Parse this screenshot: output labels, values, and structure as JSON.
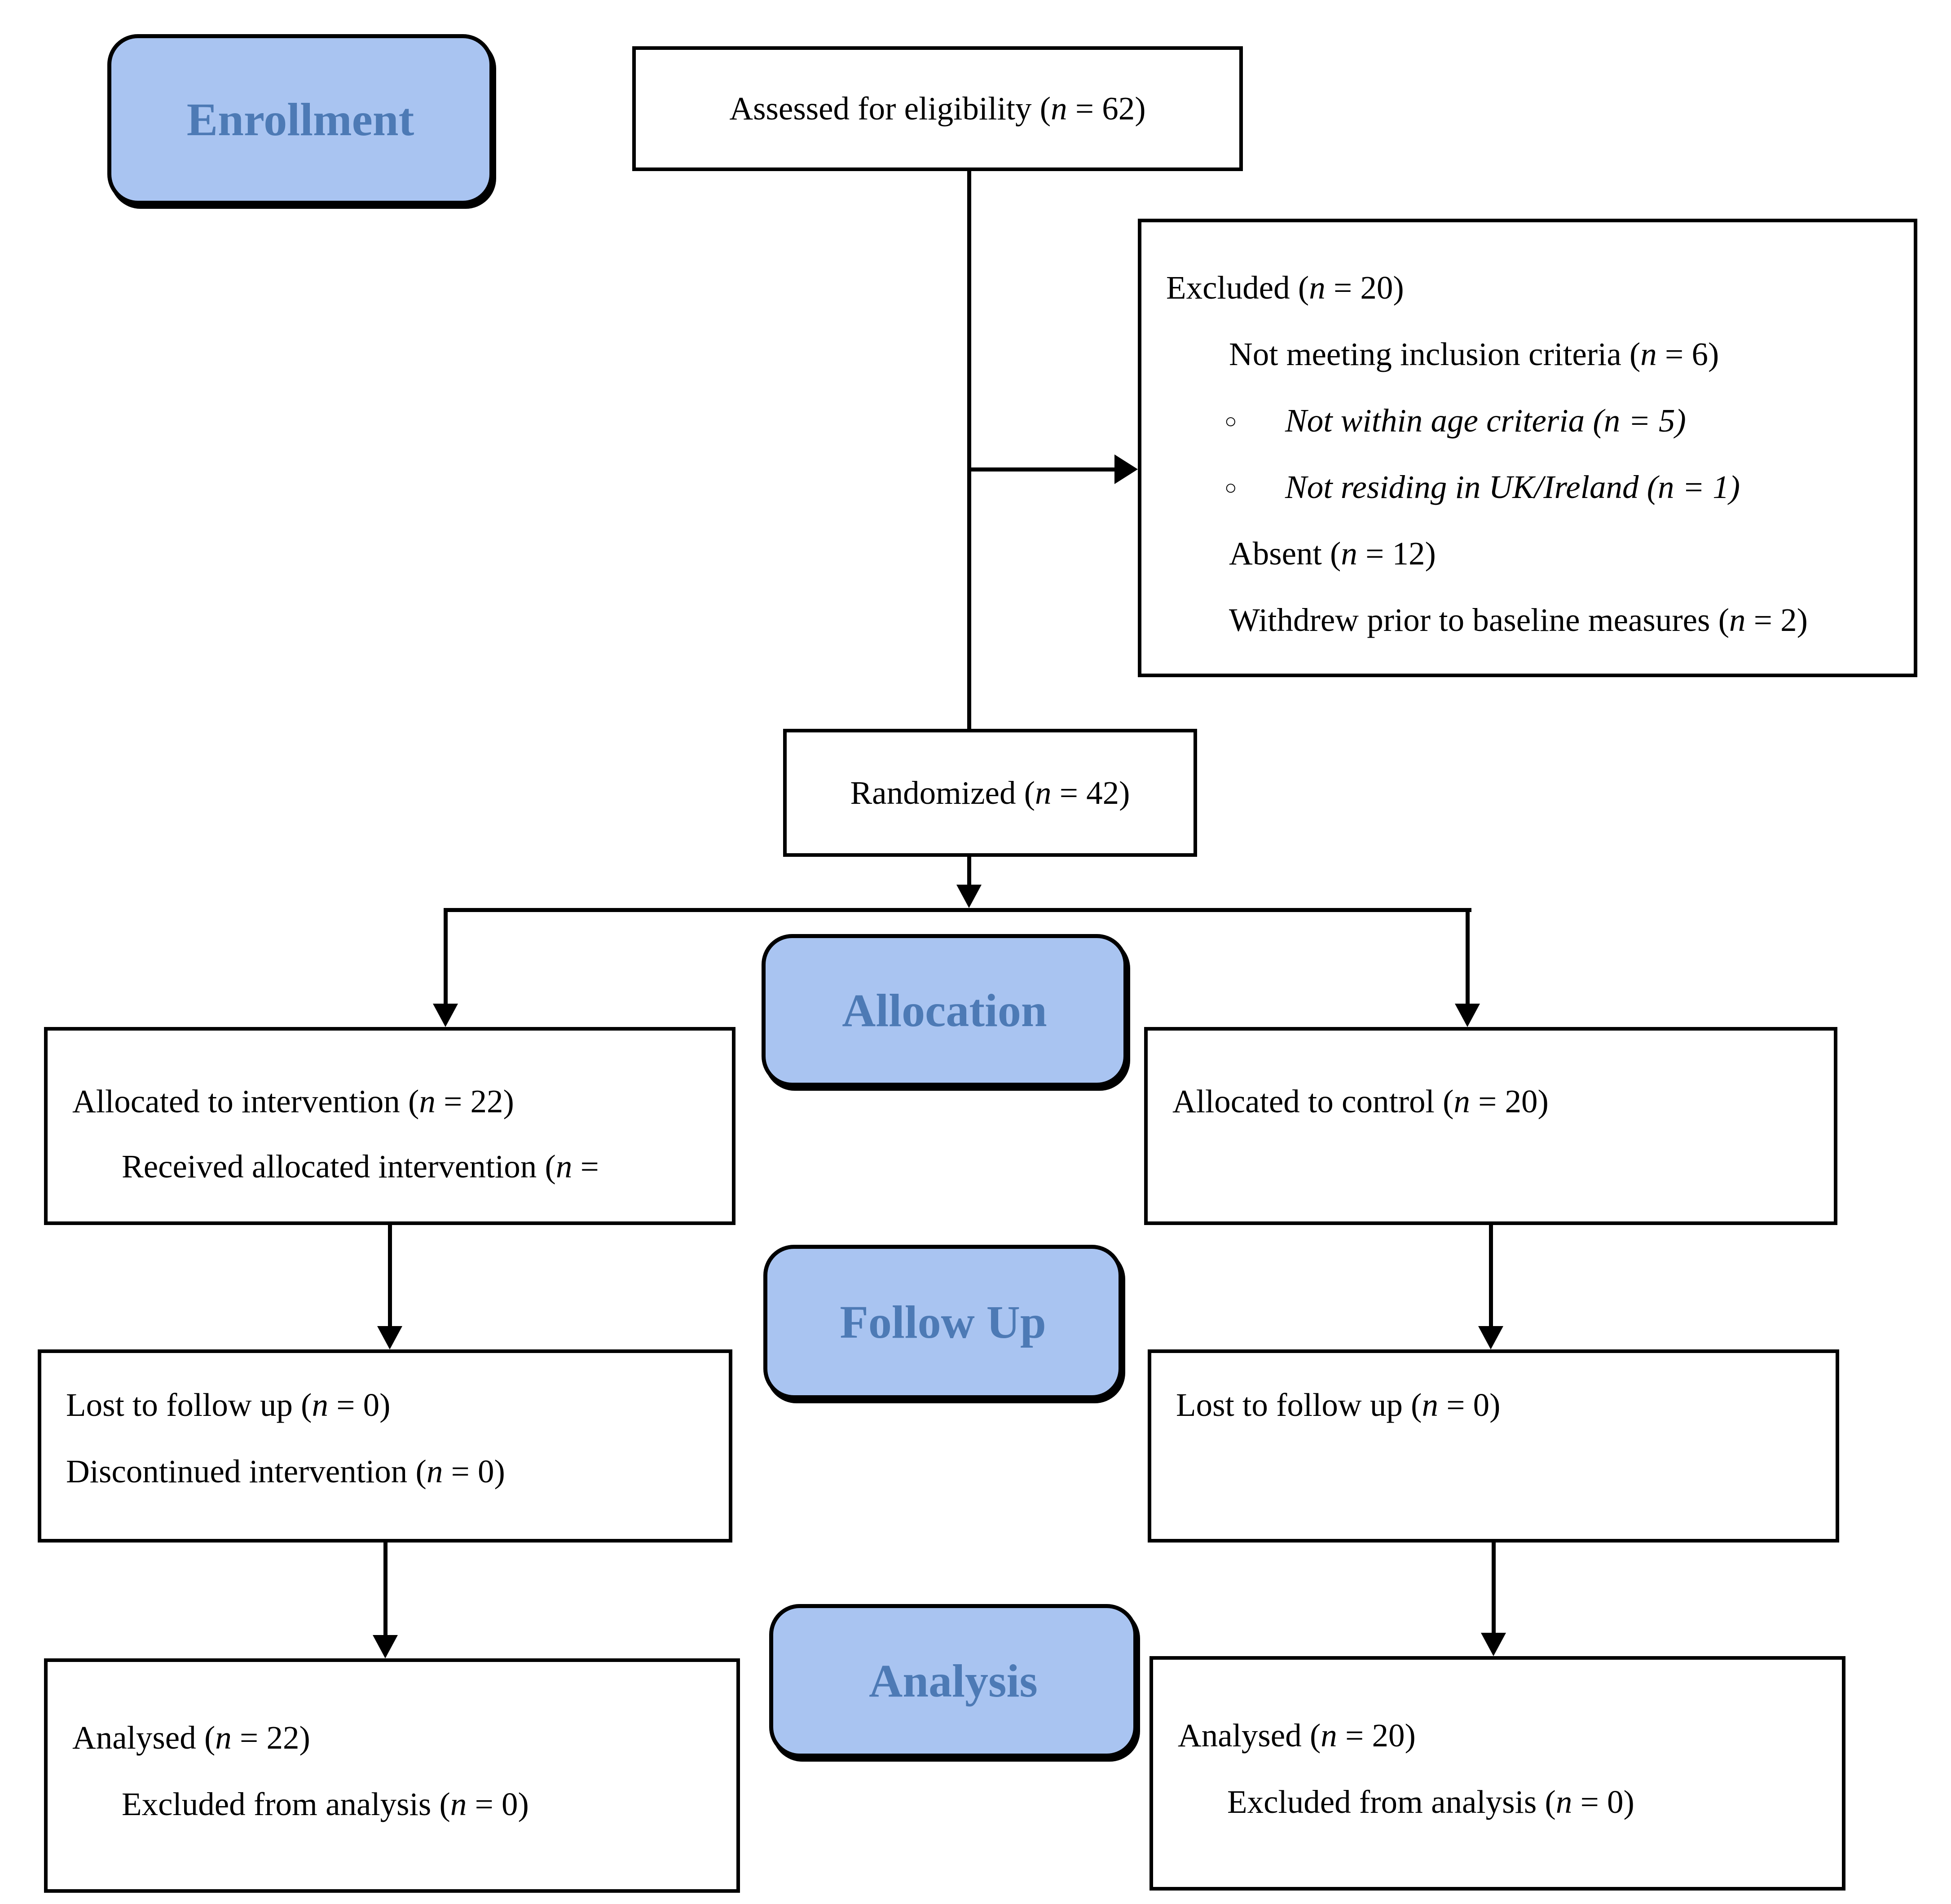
{
  "colors": {
    "stage_fill": "#a9c4f1",
    "stage_text": "#4d7ab5",
    "box_fill": "#ffffff",
    "line_color": "#000000"
  },
  "glyphs": {
    "bullet": "○"
  },
  "stages": {
    "enrollment": "Enrollment",
    "allocation": "Allocation",
    "followup": "Follow Up",
    "analysis": "Analysis"
  },
  "boxes": {
    "assessed": {
      "pre": "Assessed for eligibility (",
      "n": "n",
      "post": " = 62)"
    },
    "excluded": {
      "title": {
        "pre": "Excluded (",
        "n": "n",
        "post": " = 20)"
      },
      "not_meeting": {
        "pre": "Not meeting inclusion criteria (",
        "n": "n",
        "post": " = 6)"
      },
      "age": {
        "pre": "Not within age criteria (",
        "n": "n",
        "post": " = 5)"
      },
      "residing": {
        "pre": "Not residing in UK/Ireland (",
        "n": "n",
        "post": " = 1)"
      },
      "absent": {
        "pre": "Absent (",
        "n": "n",
        "post": " = 12)"
      },
      "withdrew": {
        "pre": "Withdrew prior to baseline measures (",
        "n": "n",
        "post": " = 2)"
      }
    },
    "randomized": {
      "pre": "Randomized (",
      "n": "n",
      "post": " = 42)"
    },
    "allocated_intervention": {
      "line1": {
        "pre": "Allocated to intervention (",
        "n": "n",
        "post": " = 22)"
      },
      "line2": {
        "pre": "Received allocated intervention (",
        "n": "n",
        "post": " ="
      }
    },
    "allocated_control": {
      "line1": {
        "pre": "Allocated to control (",
        "n": "n",
        "post": " = 20)"
      }
    },
    "followup_intervention": {
      "line1": {
        "pre": "Lost to follow up (",
        "n": "n",
        "post": " = 0)"
      },
      "line2": {
        "pre": "Discontinued intervention (",
        "n": "n",
        "post": " = 0)"
      }
    },
    "followup_control": {
      "line1": {
        "pre": "Lost to follow up (",
        "n": "n",
        "post": " = 0)"
      }
    },
    "analysed_intervention": {
      "line1": {
        "pre": "Analysed (",
        "n": "n",
        "post": " = 22)"
      },
      "line2": {
        "pre": "Excluded from analysis (",
        "n": "n",
        "post": " = 0)"
      }
    },
    "analysed_control": {
      "line1": {
        "pre": "Analysed (",
        "n": "n",
        "post": " = 20)"
      },
      "line2": {
        "pre": "Excluded from analysis (",
        "n": "n",
        "post": " = 0)"
      }
    }
  }
}
